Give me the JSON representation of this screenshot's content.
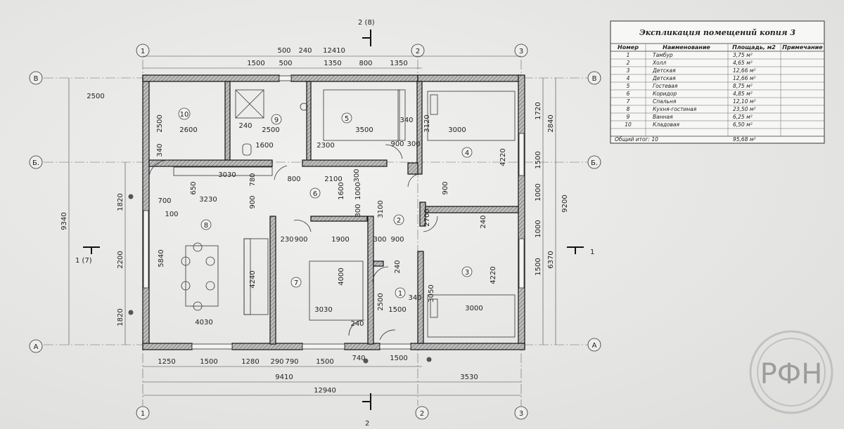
{
  "explication": {
    "title": "Экспликация помещений копия 3",
    "headers": [
      "Номер",
      "Наименование",
      "Площадь, м2",
      "Примечание"
    ],
    "rows": [
      {
        "num": "1",
        "name": "Тамбур",
        "area": "3,75 м²",
        "note": ""
      },
      {
        "num": "2",
        "name": "Холл",
        "area": "4,65 м²",
        "note": ""
      },
      {
        "num": "3",
        "name": "Детская",
        "area": "12,66 м²",
        "note": ""
      },
      {
        "num": "4",
        "name": "Детская",
        "area": "12,66 м²",
        "note": ""
      },
      {
        "num": "5",
        "name": "Гостевая",
        "area": "8,75 м²",
        "note": ""
      },
      {
        "num": "6",
        "name": "Коридор",
        "area": "4,85 м²",
        "note": ""
      },
      {
        "num": "7",
        "name": "Спальня",
        "area": "12,10 м²",
        "note": ""
      },
      {
        "num": "8",
        "name": "Кухня-гостиная",
        "area": "23,50 м²",
        "note": ""
      },
      {
        "num": "9",
        "name": "Ванная",
        "area": "6,25 м²",
        "note": ""
      },
      {
        "num": "10",
        "name": "Кладовая",
        "area": "6,50 м²",
        "note": ""
      }
    ],
    "total_label": "Общий итог: 10",
    "total_area": "95,68 м²"
  },
  "axes": {
    "col_1": "1",
    "col_2": "2",
    "col_3": "3",
    "row_v": "В",
    "row_b": "Б.",
    "row_a": "А"
  },
  "section_marks": {
    "top": "2 (8)",
    "bottom": "2",
    "left": "1 (7)",
    "right": "1"
  },
  "room_numbers": [
    "1",
    "2",
    "3",
    "4",
    "5",
    "6",
    "7",
    "8",
    "9",
    "10"
  ],
  "dims_top": [
    "500",
    "240",
    "12410",
    "1500",
    "500",
    "1350",
    "800",
    "1350"
  ],
  "dims_bottom": [
    "1250",
    "1500",
    "1280",
    "290",
    "790",
    "1500",
    "740",
    "1500",
    "9410",
    "3530",
    "12940"
  ],
  "dims_left": [
    "2500",
    "9340",
    "1820",
    "2200",
    "1820",
    "5840"
  ],
  "dims_right": [
    "1720",
    "2840",
    "1500",
    "1000",
    "1000",
    "1500",
    "6370",
    "9200"
  ],
  "dims_inner": [
    "2500",
    "2600",
    "240",
    "2500",
    "1600",
    "340",
    "3030",
    "650",
    "780",
    "800",
    "2100",
    "300",
    "3230",
    "700",
    "100",
    "900",
    "1600",
    "1000",
    "300",
    "3100",
    "3500",
    "2300",
    "340",
    "900",
    "300",
    "3120",
    "3000",
    "4220",
    "900",
    "240",
    "1900",
    "230",
    "900",
    "300",
    "900",
    "2700",
    "240",
    "4000",
    "4240",
    "3030",
    "2500",
    "240",
    "1500",
    "340",
    "3050",
    "3000",
    "4220",
    "4030"
  ],
  "watermark": "РФН"
}
